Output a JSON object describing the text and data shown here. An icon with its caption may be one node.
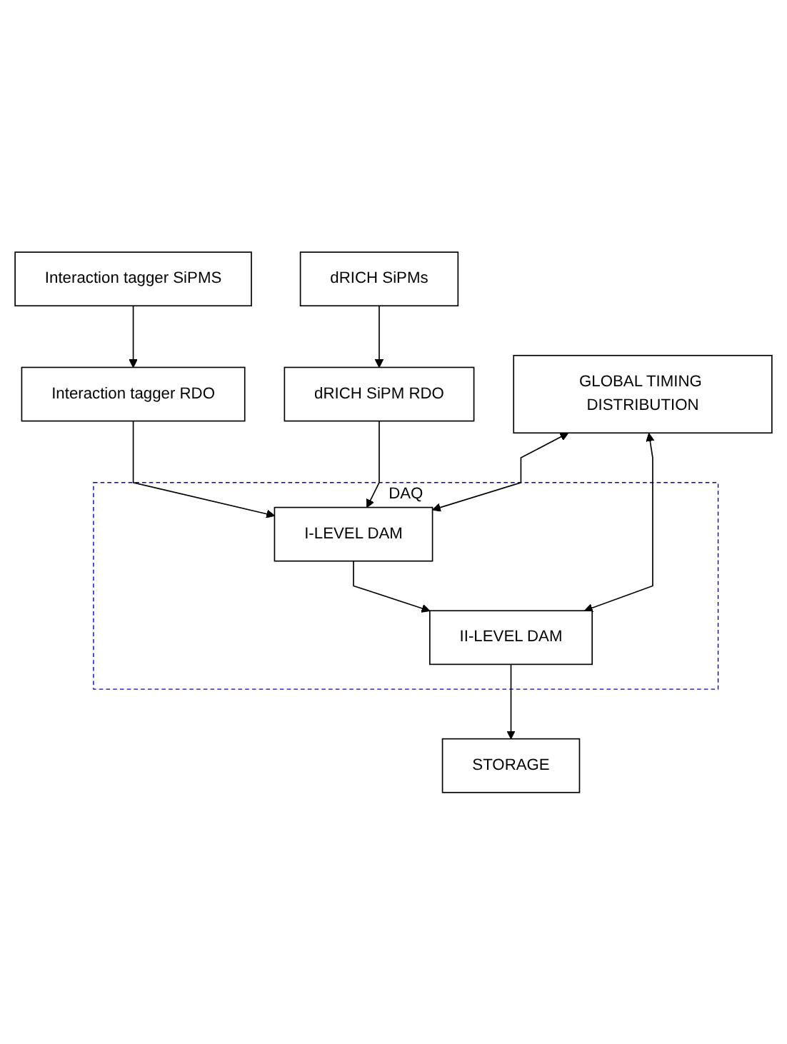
{
  "diagram": {
    "nodes": [
      {
        "text": [
          "Interaction tagger SiPMS"
        ]
      },
      {
        "text": [
          "dRICH SiPMs"
        ]
      },
      {
        "text": [
          "Interaction tagger RDO"
        ]
      },
      {
        "text": [
          "dRICH SiPM RDO"
        ]
      },
      {
        "text": [
          "DAQ"
        ]
      },
      {
        "text": [
          "I-LEVEL DAM"
        ],
        "in": 4
      },
      {
        "text": [
          "GLOBAL TIMING DISTRIBUTION"
        ]
      },
      {
        "text": [
          "II-LEVEL DAM"
        ],
        "in": 4
      },
      {
        "text": [
          "STORAGE"
        ]
      }
    ],
    "edges": [
      {
        "from": 0,
        "to": 2,
        "arrow": "to"
      },
      {
        "from": 1,
        "to": 3,
        "arrow": "to"
      },
      {
        "from": 2,
        "to": 5,
        "arrow": "to"
      },
      {
        "from": 3,
        "to": 5,
        "arrow": "to"
      },
      {
        "from": 6,
        "to": 5,
        "arrow": "both"
      },
      {
        "from": 6,
        "to": 7,
        "arrow": "both"
      },
      {
        "from": 5,
        "to": 7,
        "arrow": "to"
      },
      {
        "from": 7,
        "to": 8,
        "arrow": "to"
      }
    ]
  }
}
